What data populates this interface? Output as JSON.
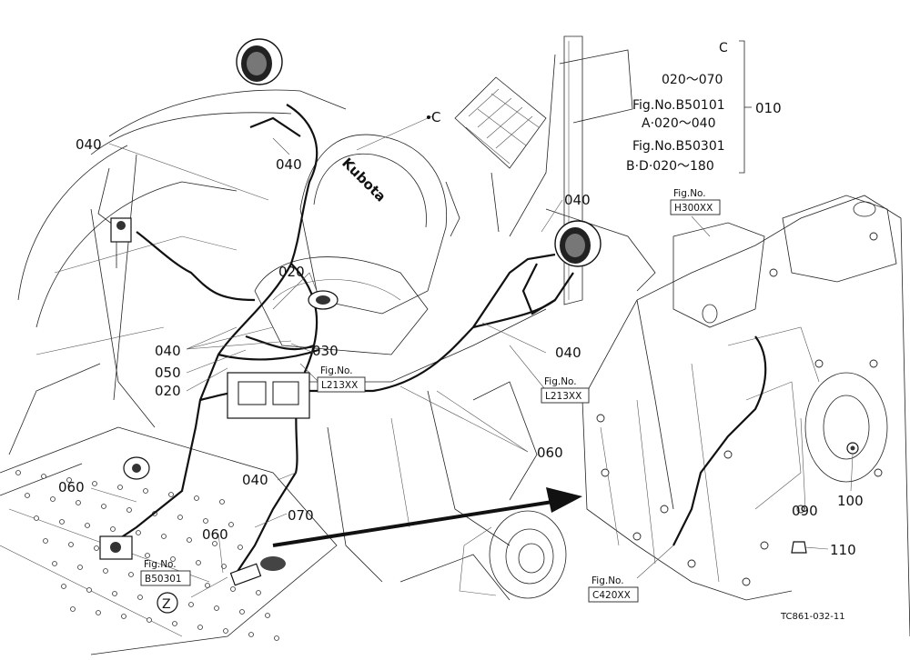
{
  "callouts": {
    "c_top": "C",
    "c_040_a": "040",
    "c_040_b": "040",
    "c_040_c": "040",
    "c_040_d": "040",
    "c_040_e": "040",
    "c_040_f": "040",
    "c_020_a": "020",
    "c_020_b": "020",
    "c_030": "030",
    "c_050": "050",
    "c_060_a": "060",
    "c_060_b": "060",
    "c_060_c": "060",
    "c_070": "070",
    "c_090": "090",
    "c_100": "100",
    "c_110": "110",
    "c_010": "010",
    "zone_z": "Z"
  },
  "figrefs": {
    "l213_left_1": "Fig.No.",
    "l213_left_2": "L213XX",
    "l213_right_1": "Fig.No.",
    "l213_right_2": "L213XX",
    "h300_1": "Fig.No.",
    "h300_2": "H300XX",
    "b50301_1": "Fig.No.",
    "b50301_2": "B50301",
    "c420_1": "Fig.No.",
    "c420_2": "C420XX"
  },
  "legend": {
    "line1": "C",
    "line2": "020～070",
    "line3": "Fig.No.B50101",
    "line4": "A·020～040",
    "line5": "Fig.No.B50301",
    "line6": "B·D·020～180"
  },
  "brand_on_seat": "Kubota",
  "drawing_code": "TC861-032-11"
}
